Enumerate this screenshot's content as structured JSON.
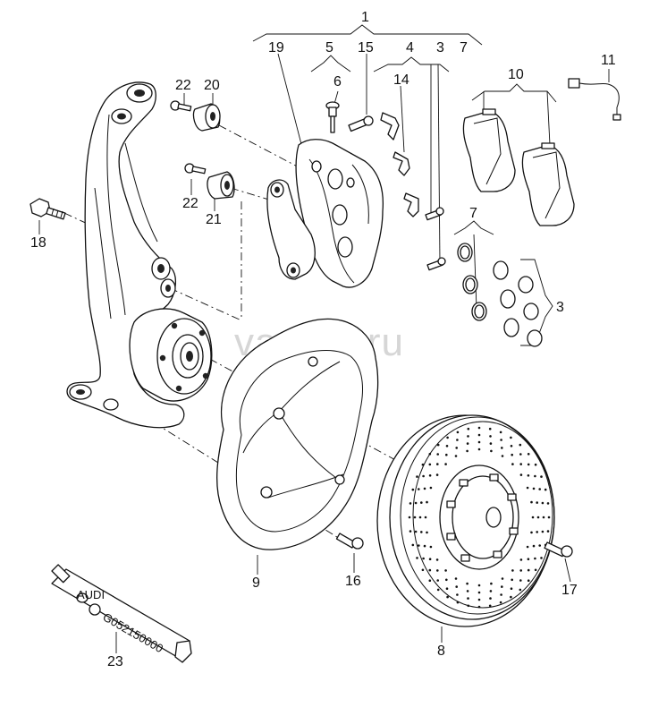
{
  "watermark": "vagtec.ru",
  "tube_labels": {
    "brand": "AUDI",
    "part_number": "G052150000"
  },
  "callouts": [
    {
      "id": "c1",
      "label": "1"
    },
    {
      "id": "c19",
      "label": "19"
    },
    {
      "id": "c5",
      "label": "5"
    },
    {
      "id": "c15",
      "label": "15"
    },
    {
      "id": "c4",
      "label": "4"
    },
    {
      "id": "c3a",
      "label": "3"
    },
    {
      "id": "c7a",
      "label": "7"
    },
    {
      "id": "c6",
      "label": "6"
    },
    {
      "id": "c14",
      "label": "14"
    },
    {
      "id": "c10",
      "label": "10"
    },
    {
      "id": "c11",
      "label": "11"
    },
    {
      "id": "c22a",
      "label": "22"
    },
    {
      "id": "c20",
      "label": "20"
    },
    {
      "id": "c22b",
      "label": "22"
    },
    {
      "id": "c21",
      "label": "21"
    },
    {
      "id": "c18",
      "label": "18"
    },
    {
      "id": "c7b",
      "label": "7"
    },
    {
      "id": "c3b",
      "label": "3"
    },
    {
      "id": "c9",
      "label": "9"
    },
    {
      "id": "c16",
      "label": "16"
    },
    {
      "id": "c17",
      "label": "17"
    },
    {
      "id": "c8",
      "label": "8"
    },
    {
      "id": "c23",
      "label": "23"
    }
  ]
}
